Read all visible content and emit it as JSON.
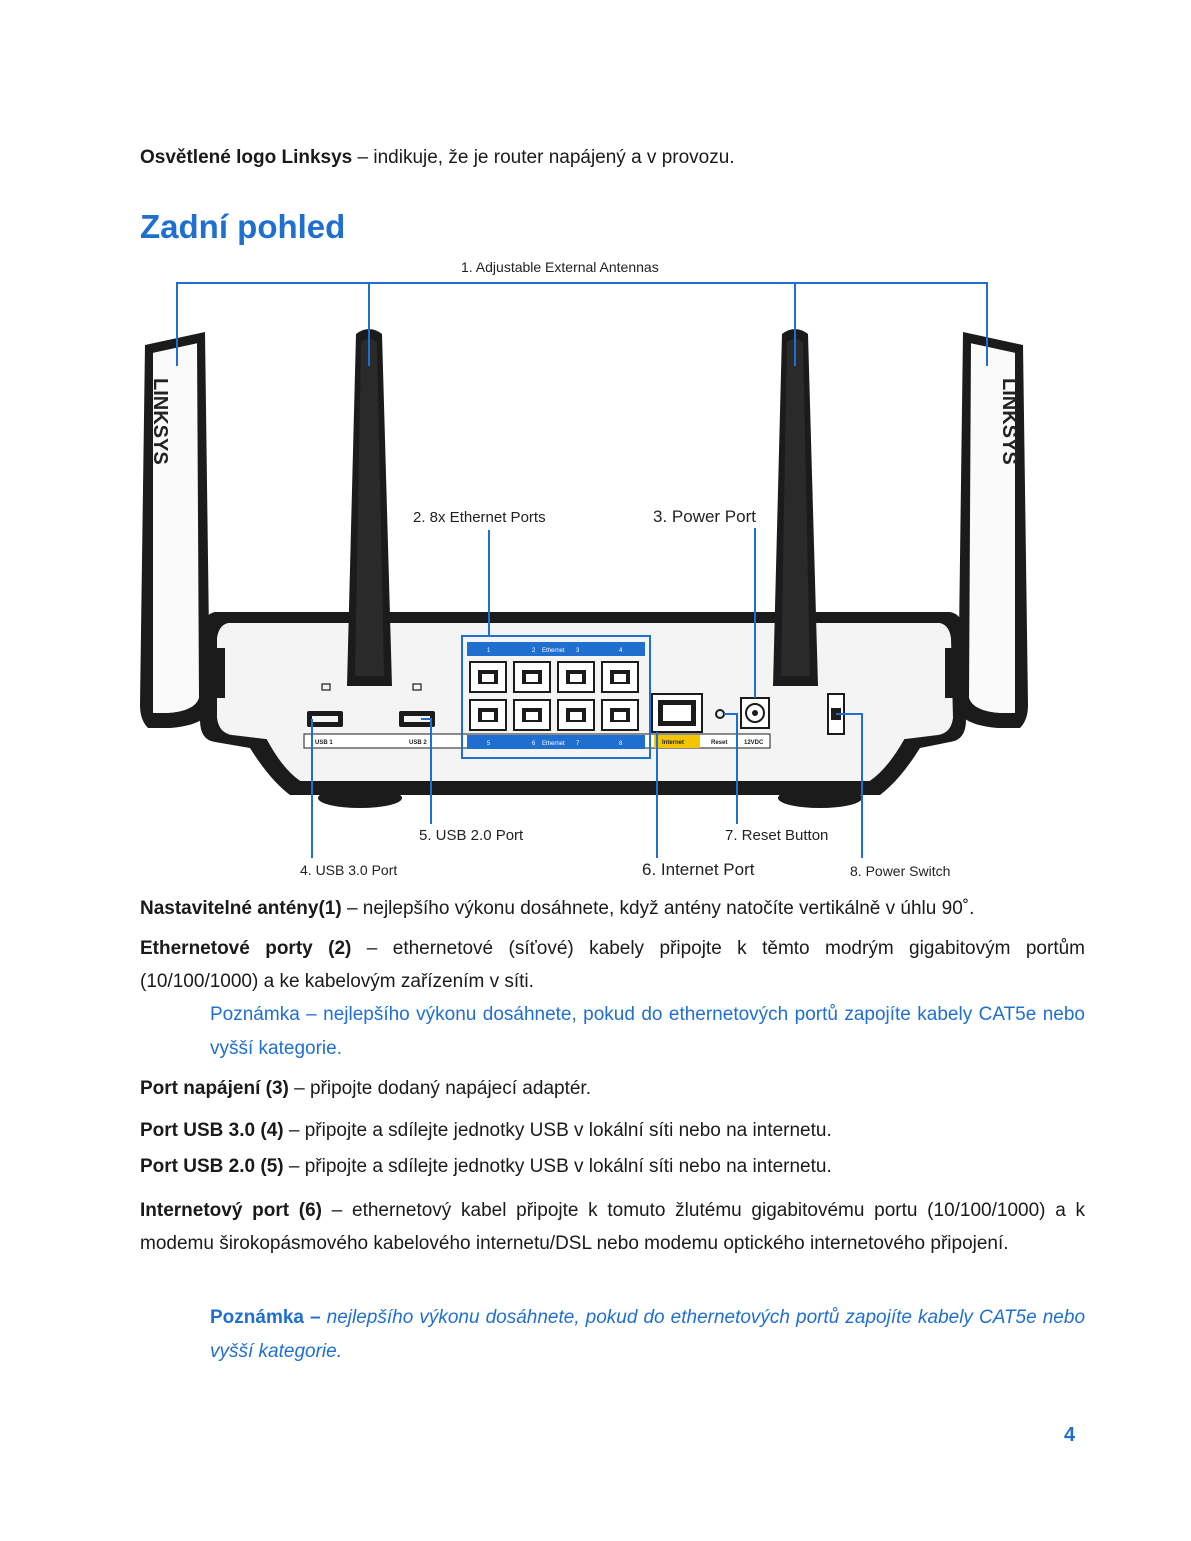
{
  "intro": {
    "term": "Osvětlené logo Linksys",
    "text": " – indikuje, že je router napájený a v provozu."
  },
  "heading": "Zadní pohled",
  "figure": {
    "labels": {
      "antennas": "1. Adjustable External Antennas",
      "ethernet": "2. 8x Ethernet Ports",
      "power_port": "3. Power Port",
      "usb3": "4. USB 3.0 Port",
      "usb2": "5. USB 2.0 Port",
      "internet": "6. Internet Port",
      "reset": "7. Reset Button",
      "power_switch": "8. Power Switch"
    },
    "brand": "LINKSYS",
    "panel": {
      "usb1": "USB 1",
      "usb2": "USB 2",
      "internet": "Internet",
      "reset": "Reset",
      "dc": "12VDC",
      "eth_top": [
        "1",
        "2",
        "Ethernet",
        "3",
        "4"
      ],
      "eth_bottom": [
        "5",
        "6",
        "Ethernet",
        "7",
        "8"
      ]
    },
    "colors": {
      "callout": "#1f6fd1",
      "port_strip": "#1f6fd1",
      "internet_strip": "#f5c400",
      "router_body": "#1b1b1b"
    }
  },
  "sections": {
    "antennas": {
      "term": "Nastavitelné antény(1)",
      "text": " – nejlepšího výkonu dosáhnete, když antény natočíte vertikálně v úhlu 90˚."
    },
    "ethernet": {
      "term": "Ethernetové porty (2)",
      "text": " – ethernetové (síťové) kabely připojte k těmto modrým gigabitovým portům (10/100/1000) a ke kabelovým zařízením v síti."
    },
    "note1": "Poznámka – nejlepšího výkonu dosáhnete, pokud do ethernetových portů zapojíte kabely CAT5e nebo vyšší kategorie.",
    "power": {
      "term": "Port napájení (3)",
      "text": " – připojte dodaný napájecí adaptér."
    },
    "usb3": {
      "term": "Port USB 3.0 (4)",
      "text": " – připojte a sdílejte jednotky USB v lokální síti nebo na internetu."
    },
    "usb2": {
      "term": "Port USB 2.0 (5)",
      "text": " – připojte a sdílejte jednotky USB v lokální síti nebo na internetu."
    },
    "internet": {
      "term": "Internetový port (6)",
      "text": " – ethernetový kabel připojte k tomuto žlutému gigabitovému portu (10/100/1000) a k modemu širokopásmového kabelového internetu/DSL nebo modemu optického internetového připojení."
    },
    "note2": {
      "term": "Poznámka –",
      "text": " nejlepšího výkonu dosáhnete, pokud do ethernetových portů zapojíte kabely CAT5e nebo vyšší kategorie."
    }
  },
  "page_number": "4"
}
